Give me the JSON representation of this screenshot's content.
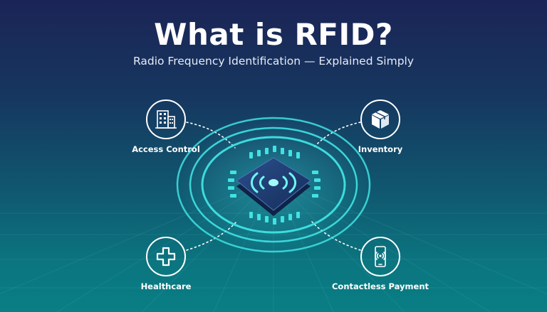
{
  "header": {
    "title": "What is RFID?",
    "subtitle": "Radio Frequency Identification — Explained Simply"
  },
  "center": {
    "icon": "rfid-chip-icon"
  },
  "applications": [
    {
      "label": "Access Control",
      "icon": "building-icon"
    },
    {
      "label": "Inventory",
      "icon": "package-icon"
    },
    {
      "label": "Healthcare",
      "icon": "medical-cross-icon"
    },
    {
      "label": "Contactless Payment",
      "icon": "smartphone-nfc-icon"
    }
  ],
  "colors": {
    "accent": "#3fe3e3",
    "chip_body": "#1d3a6e",
    "background_top": "#1b2456",
    "background_bottom": "#0a7e84"
  }
}
